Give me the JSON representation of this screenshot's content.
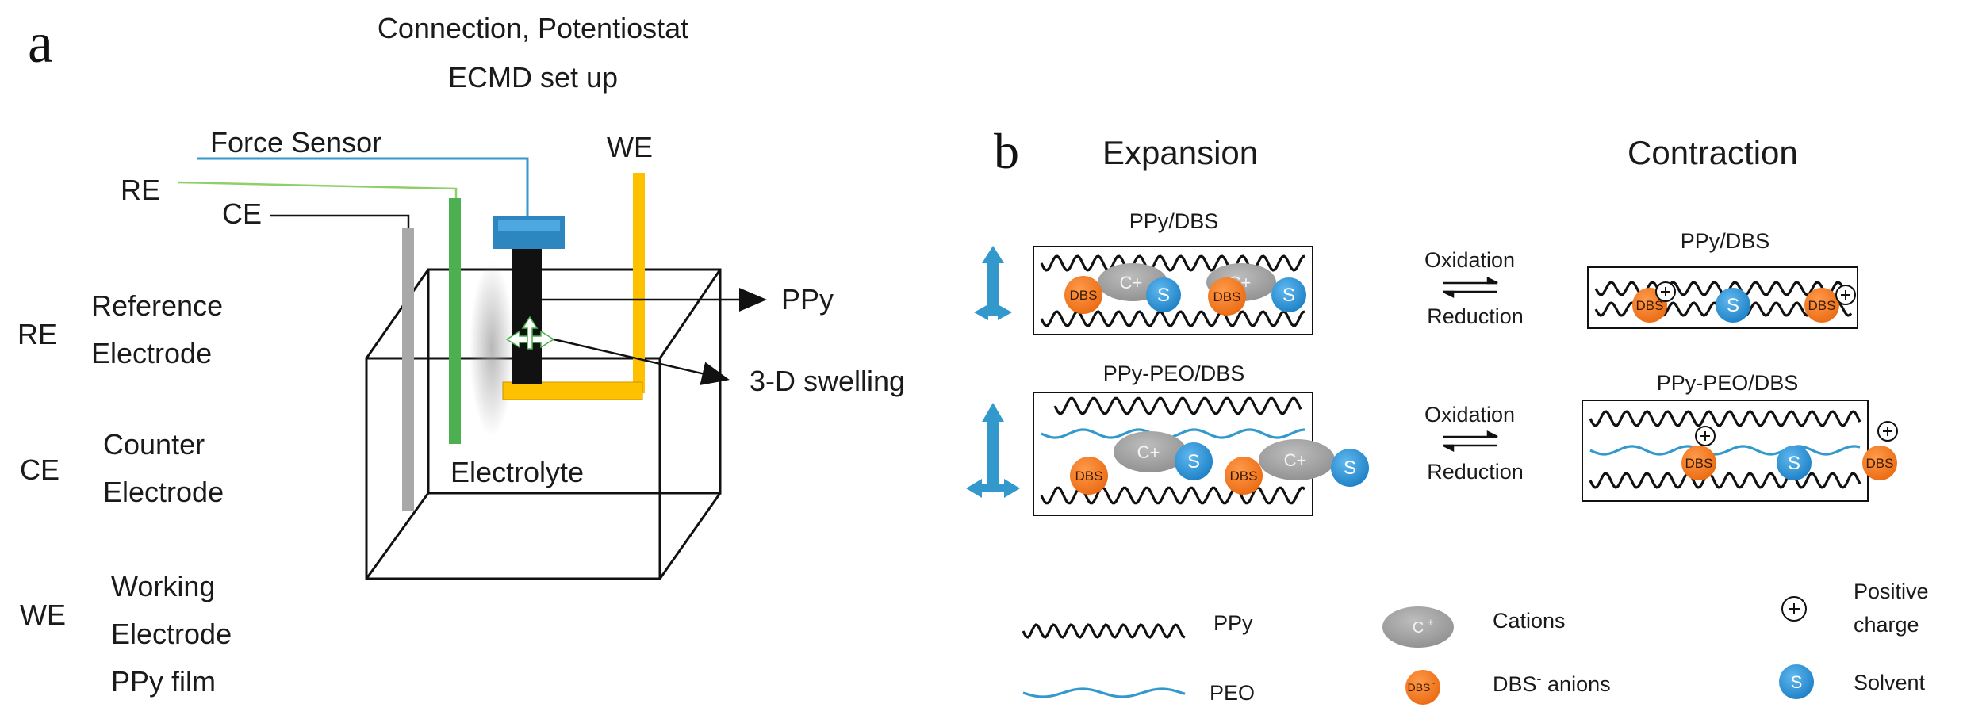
{
  "panel_a": {
    "letter": "a",
    "header_line1": "Connection, Potentiostat",
    "header_line2": "ECMD set up",
    "force_sensor": "Force Sensor",
    "re": "RE",
    "ce": "CE",
    "we": "WE",
    "ppy_arrow": "PPy",
    "swelling_arrow": "3-D swelling",
    "electrolyte": "Electrolyte",
    "legend": [
      {
        "abbr": "RE",
        "line1": "Reference",
        "line2": "Electrode",
        "line3": ""
      },
      {
        "abbr": "CE",
        "line1": "Counter",
        "line2": "Electrode",
        "line3": ""
      },
      {
        "abbr": "WE",
        "line1": "Working",
        "line2": "Electrode",
        "line3": "PPy film"
      }
    ]
  },
  "panel_b": {
    "letter": "b",
    "expansion": "Expansion",
    "contraction": "Contraction",
    "row1_left_title": "PPy/DBS",
    "row1_right_title": "PPy/DBS",
    "row2_left_title": "PPy-PEO/DBS",
    "row2_right_title": "PPy-PEO/DBS",
    "oxidation": "Oxidation",
    "reduction": "Reduction",
    "dbs_label": "DBS",
    "cation_label": "C+",
    "solvent_label": "S"
  },
  "legend_b": {
    "ppy": "PPy",
    "peo": "PEO",
    "cations": "Cations",
    "dbs_anions_1": "DBS",
    "dbs_anions_sup": "-",
    "dbs_anions_2": " anions",
    "positive_1": "Positive",
    "positive_2": "charge",
    "solvent": "Solvent"
  },
  "colors": {
    "blue": "#3399cc",
    "cyan_sensor": "#2e86c1",
    "green": "#4caf50",
    "gray": "#a8a8a8",
    "yellow": "#ffc000",
    "orange": "#f07a23",
    "black": "#111111",
    "solvent_blue": "#2b8fd6"
  }
}
